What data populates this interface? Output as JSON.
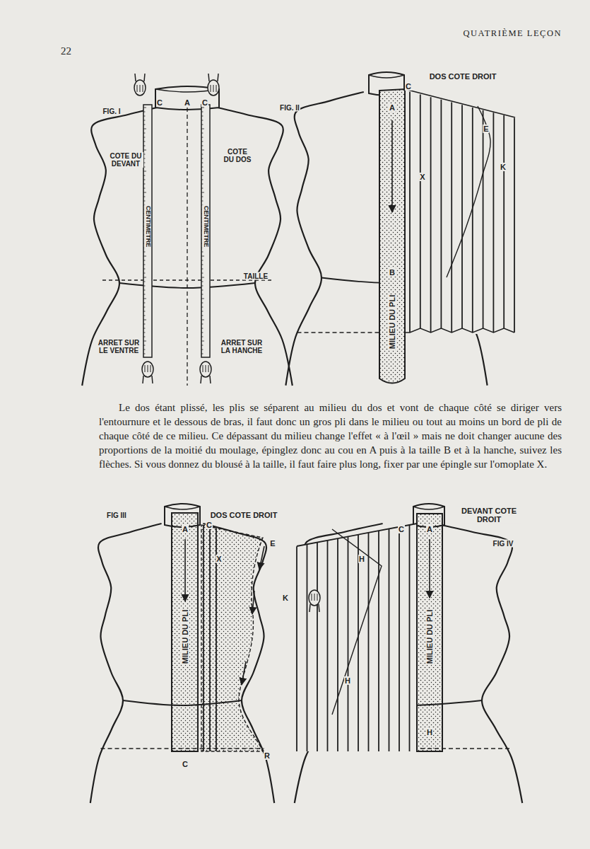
{
  "diagram": {
    "title": "QUATRIÈME LEÇON",
    "labels": [
      "22",
      "FIG. I",
      "C",
      "A",
      "C",
      "COTE DU DEVANT",
      "COTE DU DOS",
      "CENTIMETRE",
      "CENTIMETRE",
      "TAILLE",
      "ARRET SUR LE VENTRE",
      "ARRET SUR LA HANCHE",
      "FIG. II",
      "DOS COTE DROIT",
      "C",
      "A",
      "X",
      "E",
      "K",
      "B",
      "MILIEU DU PLI",
      "Le dos étant plissé, les plis se séparent au milieu du dos et vont de chaque côté se diriger vers l'entournure et le dessous de bras, il faut donc un gros pli dans le milieu ou tout au moins un bord de pli de chaque côté de ce milieu. Ce dépassant du milieu change l'effet « à l'œil » mais ne doit changer aucune des proportions de la moitié du moulage, épinglez donc au cou en A puis à la taille B et à la hanche, suivez les flèches. Si vous donnez du blousé à la taille, il faut faire plus long, fixer par une épingle sur l'omoplate X.",
      "FIG III",
      "DOS COTE DROIT",
      "A",
      "C",
      "X",
      "E",
      "K",
      "MILIEU DU PLI",
      "C",
      "R",
      "DEVANT COTE DROIT",
      "FIG IV",
      "A",
      "C",
      "MILIEU DU PLI",
      "H",
      "H",
      "H"
    ]
  }
}
